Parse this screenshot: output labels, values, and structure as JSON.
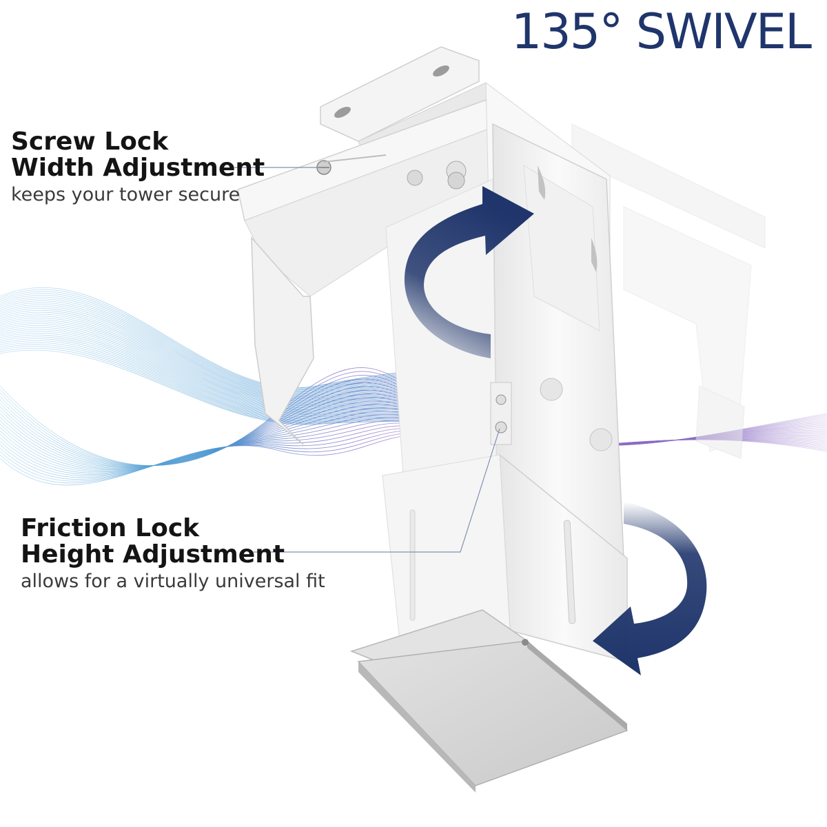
{
  "headline": "135° SWIVEL",
  "callouts": {
    "width": {
      "title_line1": "Screw Lock",
      "title_line2": "Width Adjustment",
      "subtitle": "keeps your tower secure"
    },
    "height": {
      "title_line1": "Friction Lock",
      "title_line2": "Height Adjustment",
      "subtitle": "allows for a virtually universal fit"
    }
  },
  "colors": {
    "brand_navy": "#1f356b",
    "text_dark": "#141414",
    "wave_blue": "#5aa6d6",
    "wave_purple": "#8a6cc4",
    "metal_white": "#f3f3f3"
  },
  "icons": {
    "upper_arrow": "curved-swivel-arrow-icon",
    "lower_arrow": "curved-swivel-arrow-icon"
  }
}
